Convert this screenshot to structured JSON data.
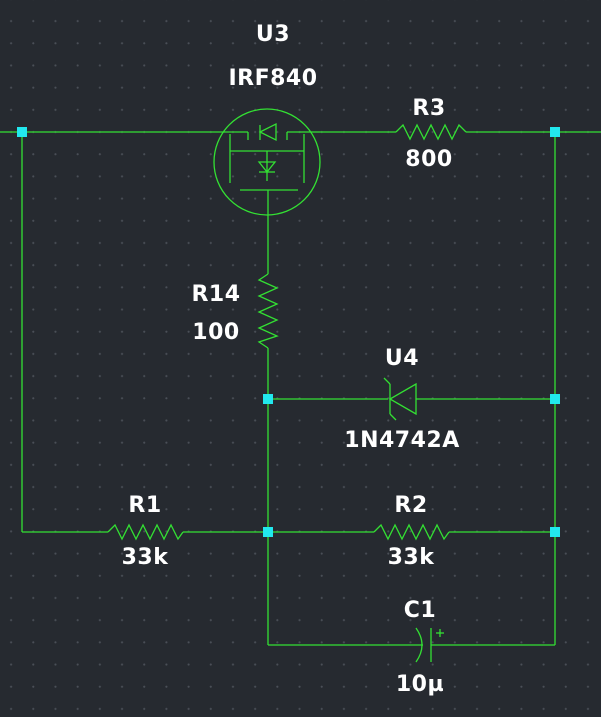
{
  "components": {
    "U3": {
      "ref": "U3",
      "value": "IRF840"
    },
    "R3": {
      "ref": "R3",
      "value": "800"
    },
    "R14": {
      "ref": "R14",
      "value": "100"
    },
    "U4": {
      "ref": "U4",
      "value": "1N4742A"
    },
    "R1": {
      "ref": "R1",
      "value": "33k"
    },
    "R2": {
      "ref": "R2",
      "value": "33k"
    },
    "C1": {
      "ref": "C1",
      "value": "10µ",
      "polarity": "+"
    }
  },
  "colors": {
    "background": "#262a30",
    "wire": "#33e033",
    "node": "#22e8ee",
    "text": "#ffffff"
  }
}
